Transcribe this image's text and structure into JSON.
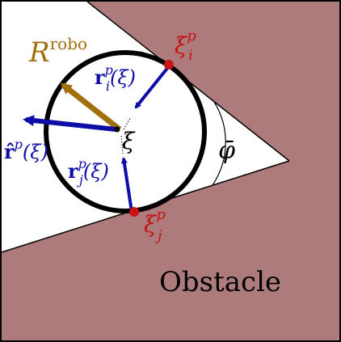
{
  "colors": {
    "obstacle_fill": "#ad7b7b",
    "free_fill": "#ffffff",
    "frame": "#000000",
    "robot_circle": "#000000",
    "vector_blue": "#0d0da8",
    "robo_arrow": "#a0700f",
    "contact_point": "#c81414",
    "label_red": "#c81414",
    "label_gold": "#a07010"
  },
  "labels": {
    "robot_radius": {
      "main": "R",
      "sup": "robo"
    },
    "center": "ξ",
    "xi_i": {
      "main": "ξ",
      "sub": "i",
      "sup": "p"
    },
    "xi_j": {
      "main": "ξ",
      "sub": "j",
      "sup": "p"
    },
    "r_i": {
      "bold": "r",
      "sub": "i",
      "sup": "p",
      "arg": "(ξ)"
    },
    "r_j": {
      "bold": "r",
      "sub": "j",
      "sup": "p",
      "arg": "(ξ)"
    },
    "r_hat": {
      "bold": "r̂",
      "sup": "p",
      "arg": "(ξ)"
    },
    "angle": "φ̄",
    "obstacle": "Obstacle"
  }
}
